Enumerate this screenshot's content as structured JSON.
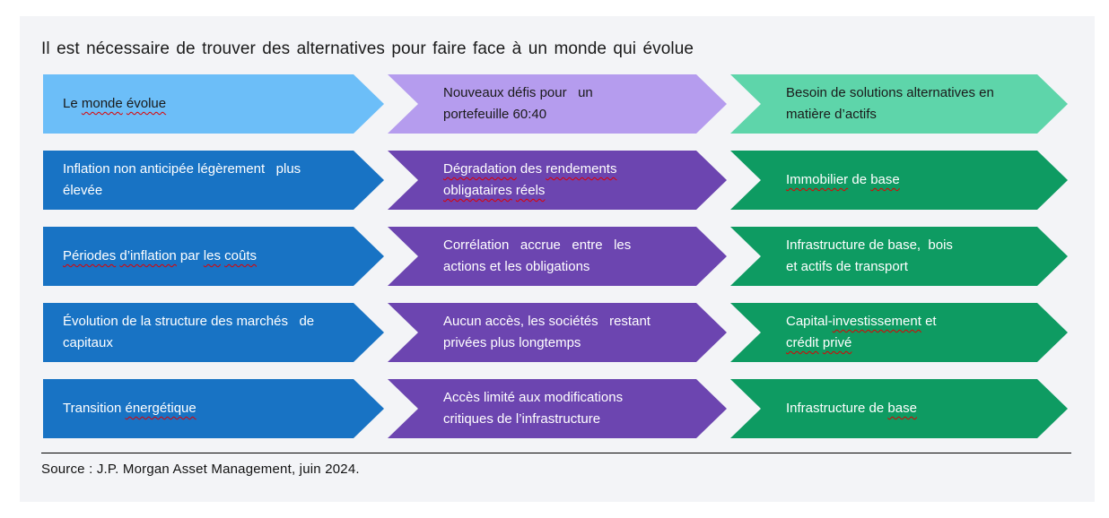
{
  "title": "Il est nécessaire de trouver des alternatives pour faire face à un monde qui évolue",
  "source": "Source : J.P. Morgan Asset Management,  juin 2024.",
  "colors": {
    "panel-bg": "#F3F4F7",
    "light-blue": "#6CBEF8",
    "blue": "#1873C4",
    "light-purple": "#B59CEE",
    "purple": "#6C45B0",
    "light-green": "#5ED5AA",
    "green": "#0E9B62",
    "text-dark": "#1A1A1A",
    "squiggle": "#E00000"
  },
  "rows": [
    {
      "cells": [
        {
          "column": "driver",
          "tone": "light",
          "segments": [
            {
              "text": "Le ",
              "misspelled": false
            },
            {
              "text": "monde",
              "misspelled": true
            },
            {
              "text": " ",
              "misspelled": false
            },
            {
              "text": "évolue",
              "misspelled": true
            }
          ]
        },
        {
          "column": "challenge",
          "tone": "light",
          "segments": [
            {
              "text": "Nouveaux défis pour   un\nportefeuille 60:40",
              "misspelled": false
            }
          ]
        },
        {
          "column": "solution",
          "tone": "light",
          "segments": [
            {
              "text": "Besoin de solutions alternatives en\nmatière d’actifs",
              "misspelled": false
            }
          ]
        }
      ]
    },
    {
      "cells": [
        {
          "column": "driver",
          "tone": "solid",
          "segments": [
            {
              "text": "Inflation non anticipée légèrement   plus\nélevée",
              "misspelled": false
            }
          ]
        },
        {
          "column": "challenge",
          "tone": "solid",
          "segments": [
            {
              "text": "Dégradation",
              "misspelled": true
            },
            {
              "text": " des ",
              "misspelled": false
            },
            {
              "text": "rendements",
              "misspelled": true
            },
            {
              "text": "\n",
              "misspelled": false
            },
            {
              "text": "obligataires",
              "misspelled": true
            },
            {
              "text": " ",
              "misspelled": false
            },
            {
              "text": "réels",
              "misspelled": true
            }
          ]
        },
        {
          "column": "solution",
          "tone": "solid",
          "segments": [
            {
              "text": "Immobilier",
              "misspelled": true
            },
            {
              "text": " de ",
              "misspelled": false
            },
            {
              "text": "base",
              "misspelled": true
            }
          ]
        }
      ]
    },
    {
      "cells": [
        {
          "column": "driver",
          "tone": "solid",
          "segments": [
            {
              "text": "Périodes",
              "misspelled": true
            },
            {
              "text": " ",
              "misspelled": false
            },
            {
              "text": "d’inflation",
              "misspelled": true
            },
            {
              "text": " par ",
              "misspelled": false
            },
            {
              "text": "les",
              "misspelled": true
            },
            {
              "text": " ",
              "misspelled": false
            },
            {
              "text": "coûts",
              "misspelled": true
            }
          ]
        },
        {
          "column": "challenge",
          "tone": "solid",
          "segments": [
            {
              "text": "Corrélation   accrue   entre   les\nactions et les obligations",
              "misspelled": false
            }
          ]
        },
        {
          "column": "solution",
          "tone": "solid",
          "segments": [
            {
              "text": "Infrastructure de base,  bois\net actifs de transport",
              "misspelled": false
            }
          ]
        }
      ]
    },
    {
      "cells": [
        {
          "column": "driver",
          "tone": "solid",
          "segments": [
            {
              "text": "Évolution de la structure des marchés   de\ncapitaux",
              "misspelled": false
            }
          ]
        },
        {
          "column": "challenge",
          "tone": "solid",
          "segments": [
            {
              "text": "Aucun accès, les sociétés   restant\nprivées plus longtemps",
              "misspelled": false
            }
          ]
        },
        {
          "column": "solution",
          "tone": "solid",
          "segments": [
            {
              "text": "Capital-",
              "misspelled": false
            },
            {
              "text": "investissement",
              "misspelled": true
            },
            {
              "text": " et",
              "misspelled": false
            },
            {
              "text": "\n",
              "misspelled": false
            },
            {
              "text": "crédit",
              "misspelled": true
            },
            {
              "text": " ",
              "misspelled": false
            },
            {
              "text": "privé",
              "misspelled": true
            }
          ]
        }
      ]
    },
    {
      "cells": [
        {
          "column": "driver",
          "tone": "solid",
          "segments": [
            {
              "text": "Transition ",
              "misspelled": false
            },
            {
              "text": "énergétique",
              "misspelled": true
            }
          ]
        },
        {
          "column": "challenge",
          "tone": "solid",
          "segments": [
            {
              "text": "Accès limité aux modifications\ncritiques de l’infrastructure",
              "misspelled": false
            }
          ]
        },
        {
          "column": "solution",
          "tone": "solid",
          "segments": [
            {
              "text": "Infrastructure de ",
              "misspelled": false
            },
            {
              "text": "base",
              "misspelled": true
            }
          ]
        }
      ]
    }
  ]
}
